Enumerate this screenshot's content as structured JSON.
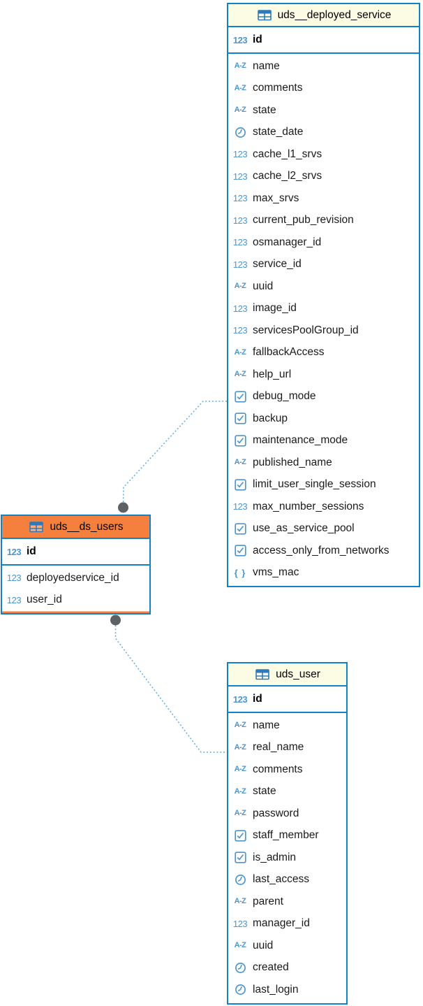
{
  "colors": {
    "table_border": "#0f83c5",
    "header_bg": "#fcfbe3",
    "selected_header_bg": "#f5803d",
    "icon_blue": "#4d96cc",
    "relationship_line": "#62aedd",
    "relationship_dot": "#5c6164",
    "field_text": "#1a1a1a",
    "background": "#ffffff"
  },
  "tables": [
    {
      "title": "uds__deployed_service",
      "header_icon": "table-icon",
      "selected": false,
      "primary_key": {
        "name": "id",
        "icon": "number-icon"
      },
      "fields": [
        {
          "name": "name",
          "icon": "string-icon"
        },
        {
          "name": "comments",
          "icon": "string-icon"
        },
        {
          "name": "state",
          "icon": "string-icon"
        },
        {
          "name": "state_date",
          "icon": "datetime-icon"
        },
        {
          "name": "cache_l1_srvs",
          "icon": "number-icon"
        },
        {
          "name": "cache_l2_srvs",
          "icon": "number-icon"
        },
        {
          "name": "max_srvs",
          "icon": "number-icon"
        },
        {
          "name": "current_pub_revision",
          "icon": "number-icon"
        },
        {
          "name": "osmanager_id",
          "icon": "number-icon"
        },
        {
          "name": "service_id",
          "icon": "number-icon"
        },
        {
          "name": "uuid",
          "icon": "string-icon"
        },
        {
          "name": "image_id",
          "icon": "number-icon"
        },
        {
          "name": "servicesPoolGroup_id",
          "icon": "number-icon"
        },
        {
          "name": "fallbackAccess",
          "icon": "string-icon"
        },
        {
          "name": "help_url",
          "icon": "string-icon"
        },
        {
          "name": "debug_mode",
          "icon": "boolean-icon"
        },
        {
          "name": "backup",
          "icon": "boolean-icon"
        },
        {
          "name": "maintenance_mode",
          "icon": "boolean-icon"
        },
        {
          "name": "published_name",
          "icon": "string-icon"
        },
        {
          "name": "limit_user_single_session",
          "icon": "boolean-icon"
        },
        {
          "name": "max_number_sessions",
          "icon": "number-icon"
        },
        {
          "name": "use_as_service_pool",
          "icon": "boolean-icon"
        },
        {
          "name": "access_only_from_networks",
          "icon": "boolean-icon"
        },
        {
          "name": "vms_mac",
          "icon": "object-icon"
        }
      ]
    },
    {
      "title": "uds__ds_users",
      "header_icon": "table-icon",
      "selected": true,
      "primary_key": {
        "name": "id",
        "icon": "number-icon"
      },
      "fields": [
        {
          "name": "deployedservice_id",
          "icon": "number-icon"
        },
        {
          "name": "user_id",
          "icon": "number-icon"
        }
      ]
    },
    {
      "title": "uds_user",
      "header_icon": "table-icon",
      "selected": false,
      "primary_key": {
        "name": "id",
        "icon": "number-icon"
      },
      "fields": [
        {
          "name": "name",
          "icon": "string-icon"
        },
        {
          "name": "real_name",
          "icon": "string-icon"
        },
        {
          "name": "comments",
          "icon": "string-icon"
        },
        {
          "name": "state",
          "icon": "string-icon"
        },
        {
          "name": "password",
          "icon": "string-icon"
        },
        {
          "name": "staff_member",
          "icon": "boolean-icon"
        },
        {
          "name": "is_admin",
          "icon": "boolean-icon"
        },
        {
          "name": "last_access",
          "icon": "datetime-icon"
        },
        {
          "name": "parent",
          "icon": "string-icon"
        },
        {
          "name": "manager_id",
          "icon": "number-icon"
        },
        {
          "name": "uuid",
          "icon": "string-icon"
        },
        {
          "name": "created",
          "icon": "datetime-icon"
        },
        {
          "name": "last_login",
          "icon": "datetime-icon"
        }
      ]
    }
  ],
  "connections": [
    {
      "from": "uds__deployed_service",
      "to": "uds__ds_users"
    },
    {
      "from": "uds__ds_users",
      "to": "uds_user"
    }
  ]
}
